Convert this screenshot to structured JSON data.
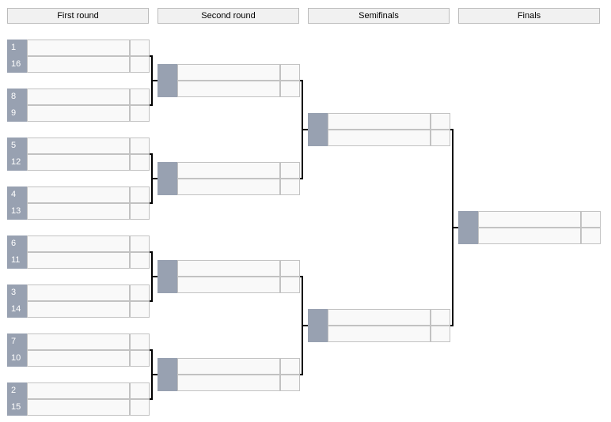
{
  "rounds": [
    {
      "title": "First round"
    },
    {
      "title": "Second round"
    },
    {
      "title": "Semifinals"
    },
    {
      "title": "Finals"
    }
  ],
  "first_round": [
    {
      "top_seed": "1",
      "bottom_seed": "16"
    },
    {
      "top_seed": "8",
      "bottom_seed": "9"
    },
    {
      "top_seed": "5",
      "bottom_seed": "12"
    },
    {
      "top_seed": "4",
      "bottom_seed": "13"
    },
    {
      "top_seed": "6",
      "bottom_seed": "11"
    },
    {
      "top_seed": "3",
      "bottom_seed": "14"
    },
    {
      "top_seed": "7",
      "bottom_seed": "10"
    },
    {
      "top_seed": "2",
      "bottom_seed": "15"
    }
  ],
  "colors": {
    "seed_background": "#98a1b1",
    "cell_background": "#f9f9f9",
    "cell_border": "#c2c2c2",
    "header_background": "#f1f1f1",
    "connector": "#000000"
  }
}
